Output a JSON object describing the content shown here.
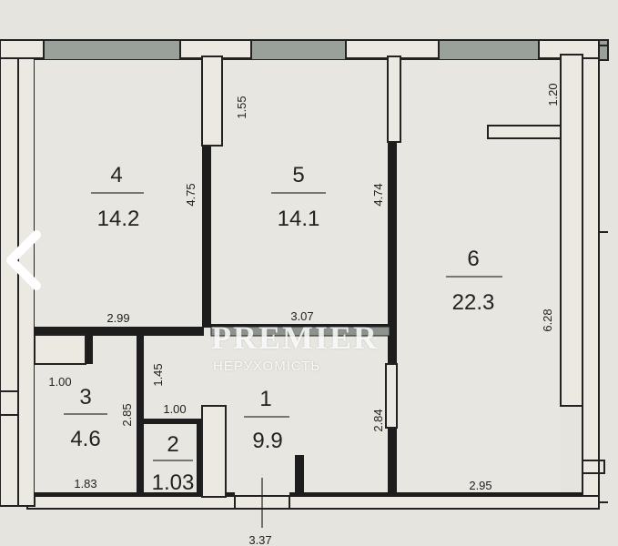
{
  "plan": {
    "rooms": [
      {
        "id": "4",
        "number": "4",
        "area": "14.2"
      },
      {
        "id": "5",
        "number": "5",
        "area": "14.1"
      },
      {
        "id": "6",
        "number": "6",
        "area": "22.3"
      },
      {
        "id": "3",
        "number": "3",
        "area": "4.6"
      },
      {
        "id": "2",
        "number": "2",
        "area": "1.03"
      },
      {
        "id": "1",
        "number": "1",
        "area": "9.9"
      }
    ],
    "dimensions": {
      "d_155": "1.55",
      "d_120": "1.20",
      "d_475": "4.75",
      "d_474": "4.74",
      "d_628": "6.28",
      "d_299": "2.99",
      "d_307": "3.07",
      "d_145": "1.45",
      "d_100a": "1.00",
      "d_100b": "1.00",
      "d_285": "2.85",
      "d_284": "2.84",
      "d_183": "1.83",
      "d_295": "2.95",
      "d_337": "3.37"
    }
  },
  "watermark": {
    "title": "PREMIER",
    "subtitle": "НЕРУХОМІСТЬ"
  },
  "nav": {
    "prev_icon": "chevron-left-icon"
  }
}
